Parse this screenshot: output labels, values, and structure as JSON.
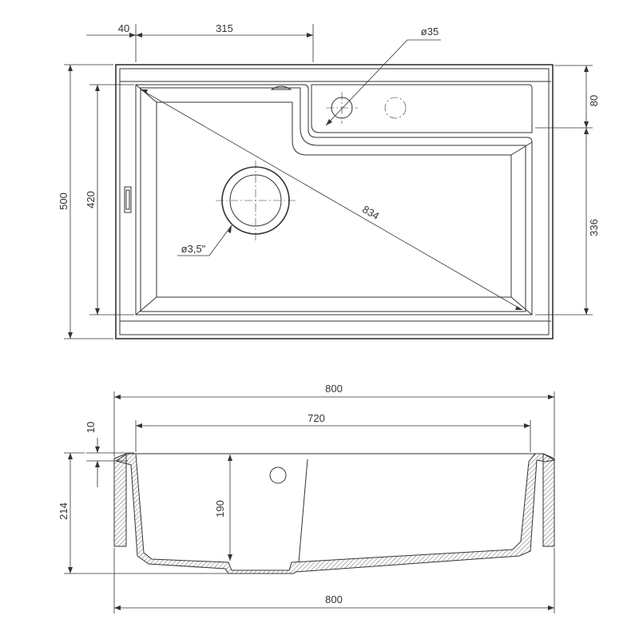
{
  "dimensions": {
    "offset_40": "40",
    "drain_to_corner_315": "315",
    "faucet_hole_dia": "ø35",
    "overall_depth_500": "500",
    "bowl_depth_420": "420",
    "diagonal_834": "834",
    "drain_dia": "ø3,5\"",
    "deck_strip_80": "80",
    "bowl_section_336": "336",
    "overall_width_top": "800",
    "bowl_width_720": "720",
    "rim_10": "10",
    "total_height_214": "214",
    "bowl_height_190": "190",
    "overall_width_bottom": "800"
  }
}
